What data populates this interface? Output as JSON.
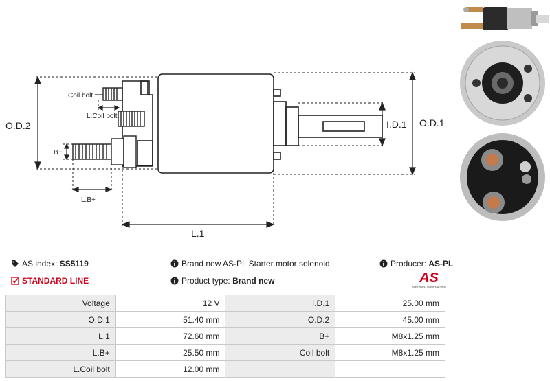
{
  "drawing": {
    "labels": {
      "od1": "O.D.1",
      "od2": "O.D.2",
      "id1": "I.D.1",
      "l1": "L.1",
      "lb": "L.B+",
      "bplus": "B+",
      "coil_bolt": "Coil bolt",
      "lcoil_bolt": "L.Coil bolt"
    }
  },
  "info": {
    "as_index_label": "AS index:",
    "as_index_value": "SS5119",
    "standard_line": "STANDARD LINE",
    "description": "Brand new AS-PL Starter motor solenoid",
    "product_type_label": "Product type:",
    "product_type_value": "Brand new",
    "producer_label": "Producer:",
    "producer_value": "AS-PL",
    "accent_color": "#d0021b"
  },
  "logo": {
    "mark": "AS",
    "tagline": "Alternators, Starters & Parts"
  },
  "specs": [
    {
      "l_label": "Voltage",
      "l_value": "12 V",
      "r_label": "I.D.1",
      "r_value": "25.00 mm"
    },
    {
      "l_label": "O.D.1",
      "l_value": "51.40 mm",
      "r_label": "O.D.2",
      "r_value": "45.00 mm"
    },
    {
      "l_label": "L.1",
      "l_value": "72.60 mm",
      "r_label": "B+",
      "r_value": "M8x1.25 mm"
    },
    {
      "l_label": "L.B+",
      "l_value": "25.50 mm",
      "r_label": "Coil bolt",
      "r_value": "M8x1.25 mm"
    },
    {
      "l_label": "L.Coil bolt",
      "l_value": "12.00 mm",
      "r_label": "",
      "r_value": ""
    }
  ]
}
